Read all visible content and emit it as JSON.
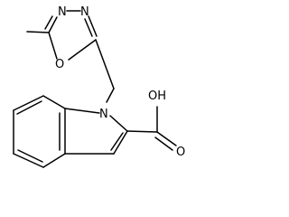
{
  "atoms": {
    "N_triazole_left": "N",
    "N_triazole_right": "N",
    "O_ring": "O",
    "N_indole": "N",
    "OH": "OH",
    "O_carbonyl": "O"
  }
}
